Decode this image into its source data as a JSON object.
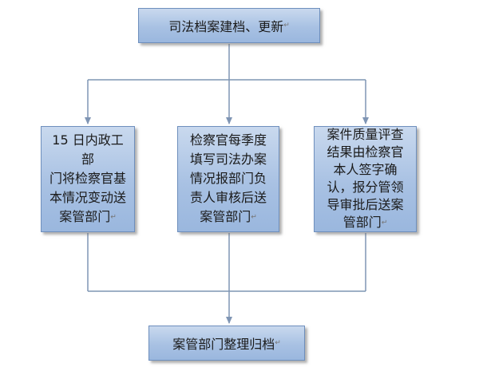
{
  "diagram": {
    "top_box": "司法档案建档、更新",
    "left_box": "15 日内政工部\n门将检察官基\n本情况变动送\n案管部门",
    "center_box": "检察官每季度\n填写司法办案\n情况报部门负\n责人审核后送\n案管部门",
    "right_box": "案件质量评查\n结果由检察官\n本人签字确\n认，报分管领\n导审批后送案\n管部门",
    "bottom_box": "案管部门整理归档",
    "paragraph_mark": "↵"
  },
  "colors": {
    "box_fill_top": "#c9d9ee",
    "box_fill_bottom": "#9ab7de",
    "box_border": "#6e8fbd",
    "connector": "#7f95b4"
  }
}
